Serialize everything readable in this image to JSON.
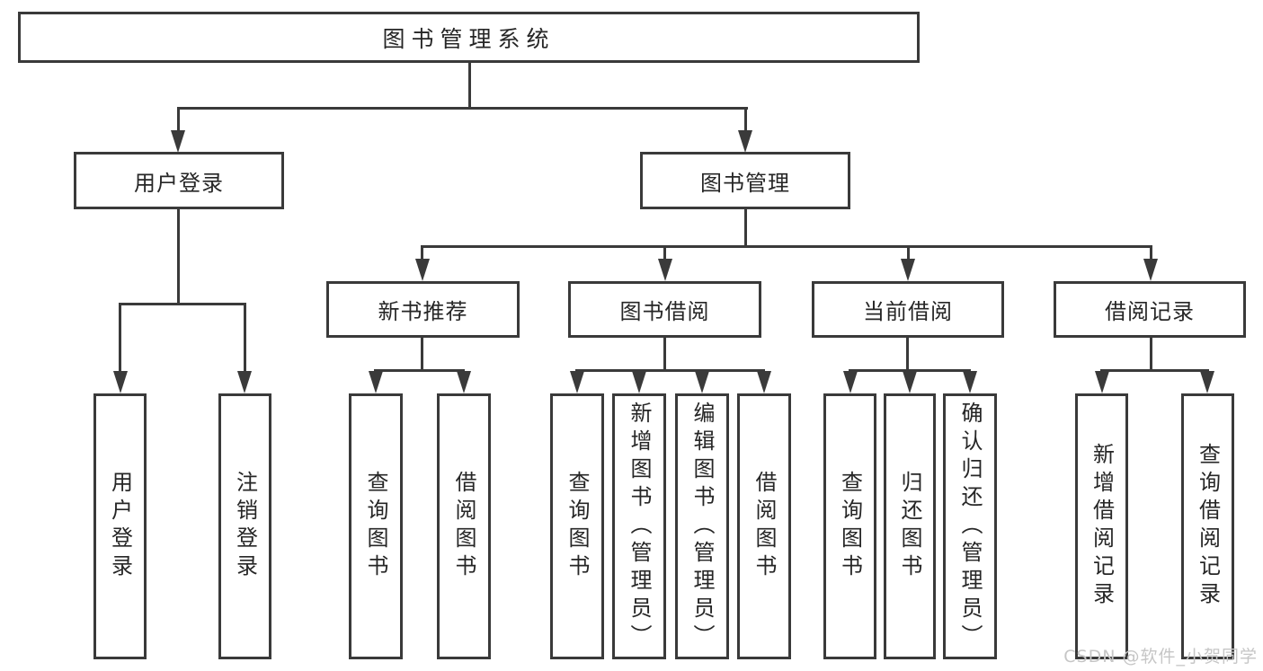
{
  "tree": {
    "root": {
      "label": "图书管理系统",
      "children": [
        {
          "label": "用户登录",
          "children": [
            {
              "label": "用户登录"
            },
            {
              "label": "注销登录"
            }
          ]
        },
        {
          "label": "图书管理",
          "children": [
            {
              "label": "新书推荐",
              "children": [
                {
                  "label": "查询图书"
                },
                {
                  "label": "借阅图书"
                }
              ]
            },
            {
              "label": "图书借阅",
              "children": [
                {
                  "label": "查询图书"
                },
                {
                  "label": "新增图书（管理员）"
                },
                {
                  "label": "编辑图书（管理员）"
                },
                {
                  "label": "借阅图书"
                }
              ]
            },
            {
              "label": "当前借阅",
              "children": [
                {
                  "label": "查询图书"
                },
                {
                  "label": "归还图书"
                },
                {
                  "label": "确认归还（管理员）"
                }
              ]
            },
            {
              "label": "借阅记录",
              "children": [
                {
                  "label": "新增借阅记录"
                },
                {
                  "label": "查询借阅记录"
                }
              ]
            }
          ]
        }
      ]
    }
  },
  "watermark": {
    "text": "CSDN @软件_小贺同学"
  },
  "colors": {
    "line": "#3a3a3a",
    "text": "#262626",
    "watermark": "#c6c6c6",
    "background": "#ffffff"
  }
}
